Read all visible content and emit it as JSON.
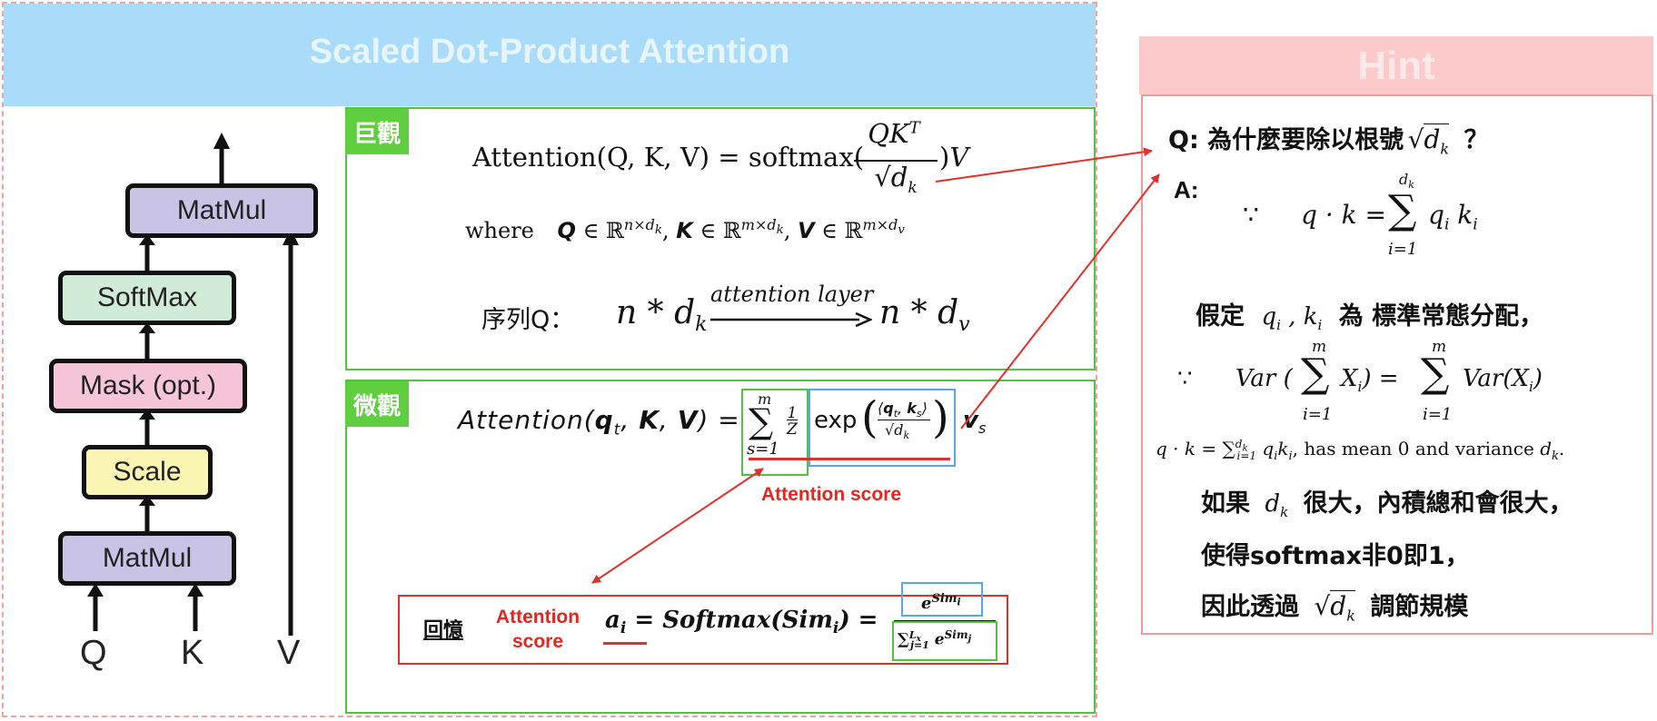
{
  "title": "Scaled Dot-Product Attention",
  "diagram": {
    "blocks": {
      "matmul_top": "MatMul",
      "softmax": "SoftMax",
      "mask": "Mask (opt.)",
      "scale": "Scale",
      "matmul_bottom": "MatMul"
    },
    "inputs": {
      "q": "Q",
      "k": "K",
      "v": "V"
    },
    "colors": {
      "matmul": "#c9c3e6",
      "softmax": "#d0ebd6",
      "mask": "#f7c5d9",
      "scale": "#fbf6b4"
    }
  },
  "macro": {
    "tag": "巨觀",
    "formula_lhs": "Attention(Q, K, V) = softmax(",
    "where": "where",
    "seq_label": "序列Q：",
    "arrow_label": "attention layer"
  },
  "micro": {
    "tag": "微觀",
    "attention_score_label": "Attention score",
    "recall_label": "回憶",
    "recall_score_line1": "Attention",
    "recall_score_line2": "score"
  },
  "hint": {
    "title": "Hint",
    "question": "Q: 為什麼要除以根號",
    "question_mark": "？",
    "answer_label": "A:",
    "assume_prefix": "假定",
    "assume_suffix": "為 標準常態分配，",
    "mean_variance": "has mean 0 and variance",
    "large_prefix": "如果",
    "large_suffix": "很大，內積總和會很大，",
    "softmax_line": "使得softmax非0即1，",
    "adjust_prefix": "因此透過",
    "adjust_suffix": "調節規模"
  }
}
